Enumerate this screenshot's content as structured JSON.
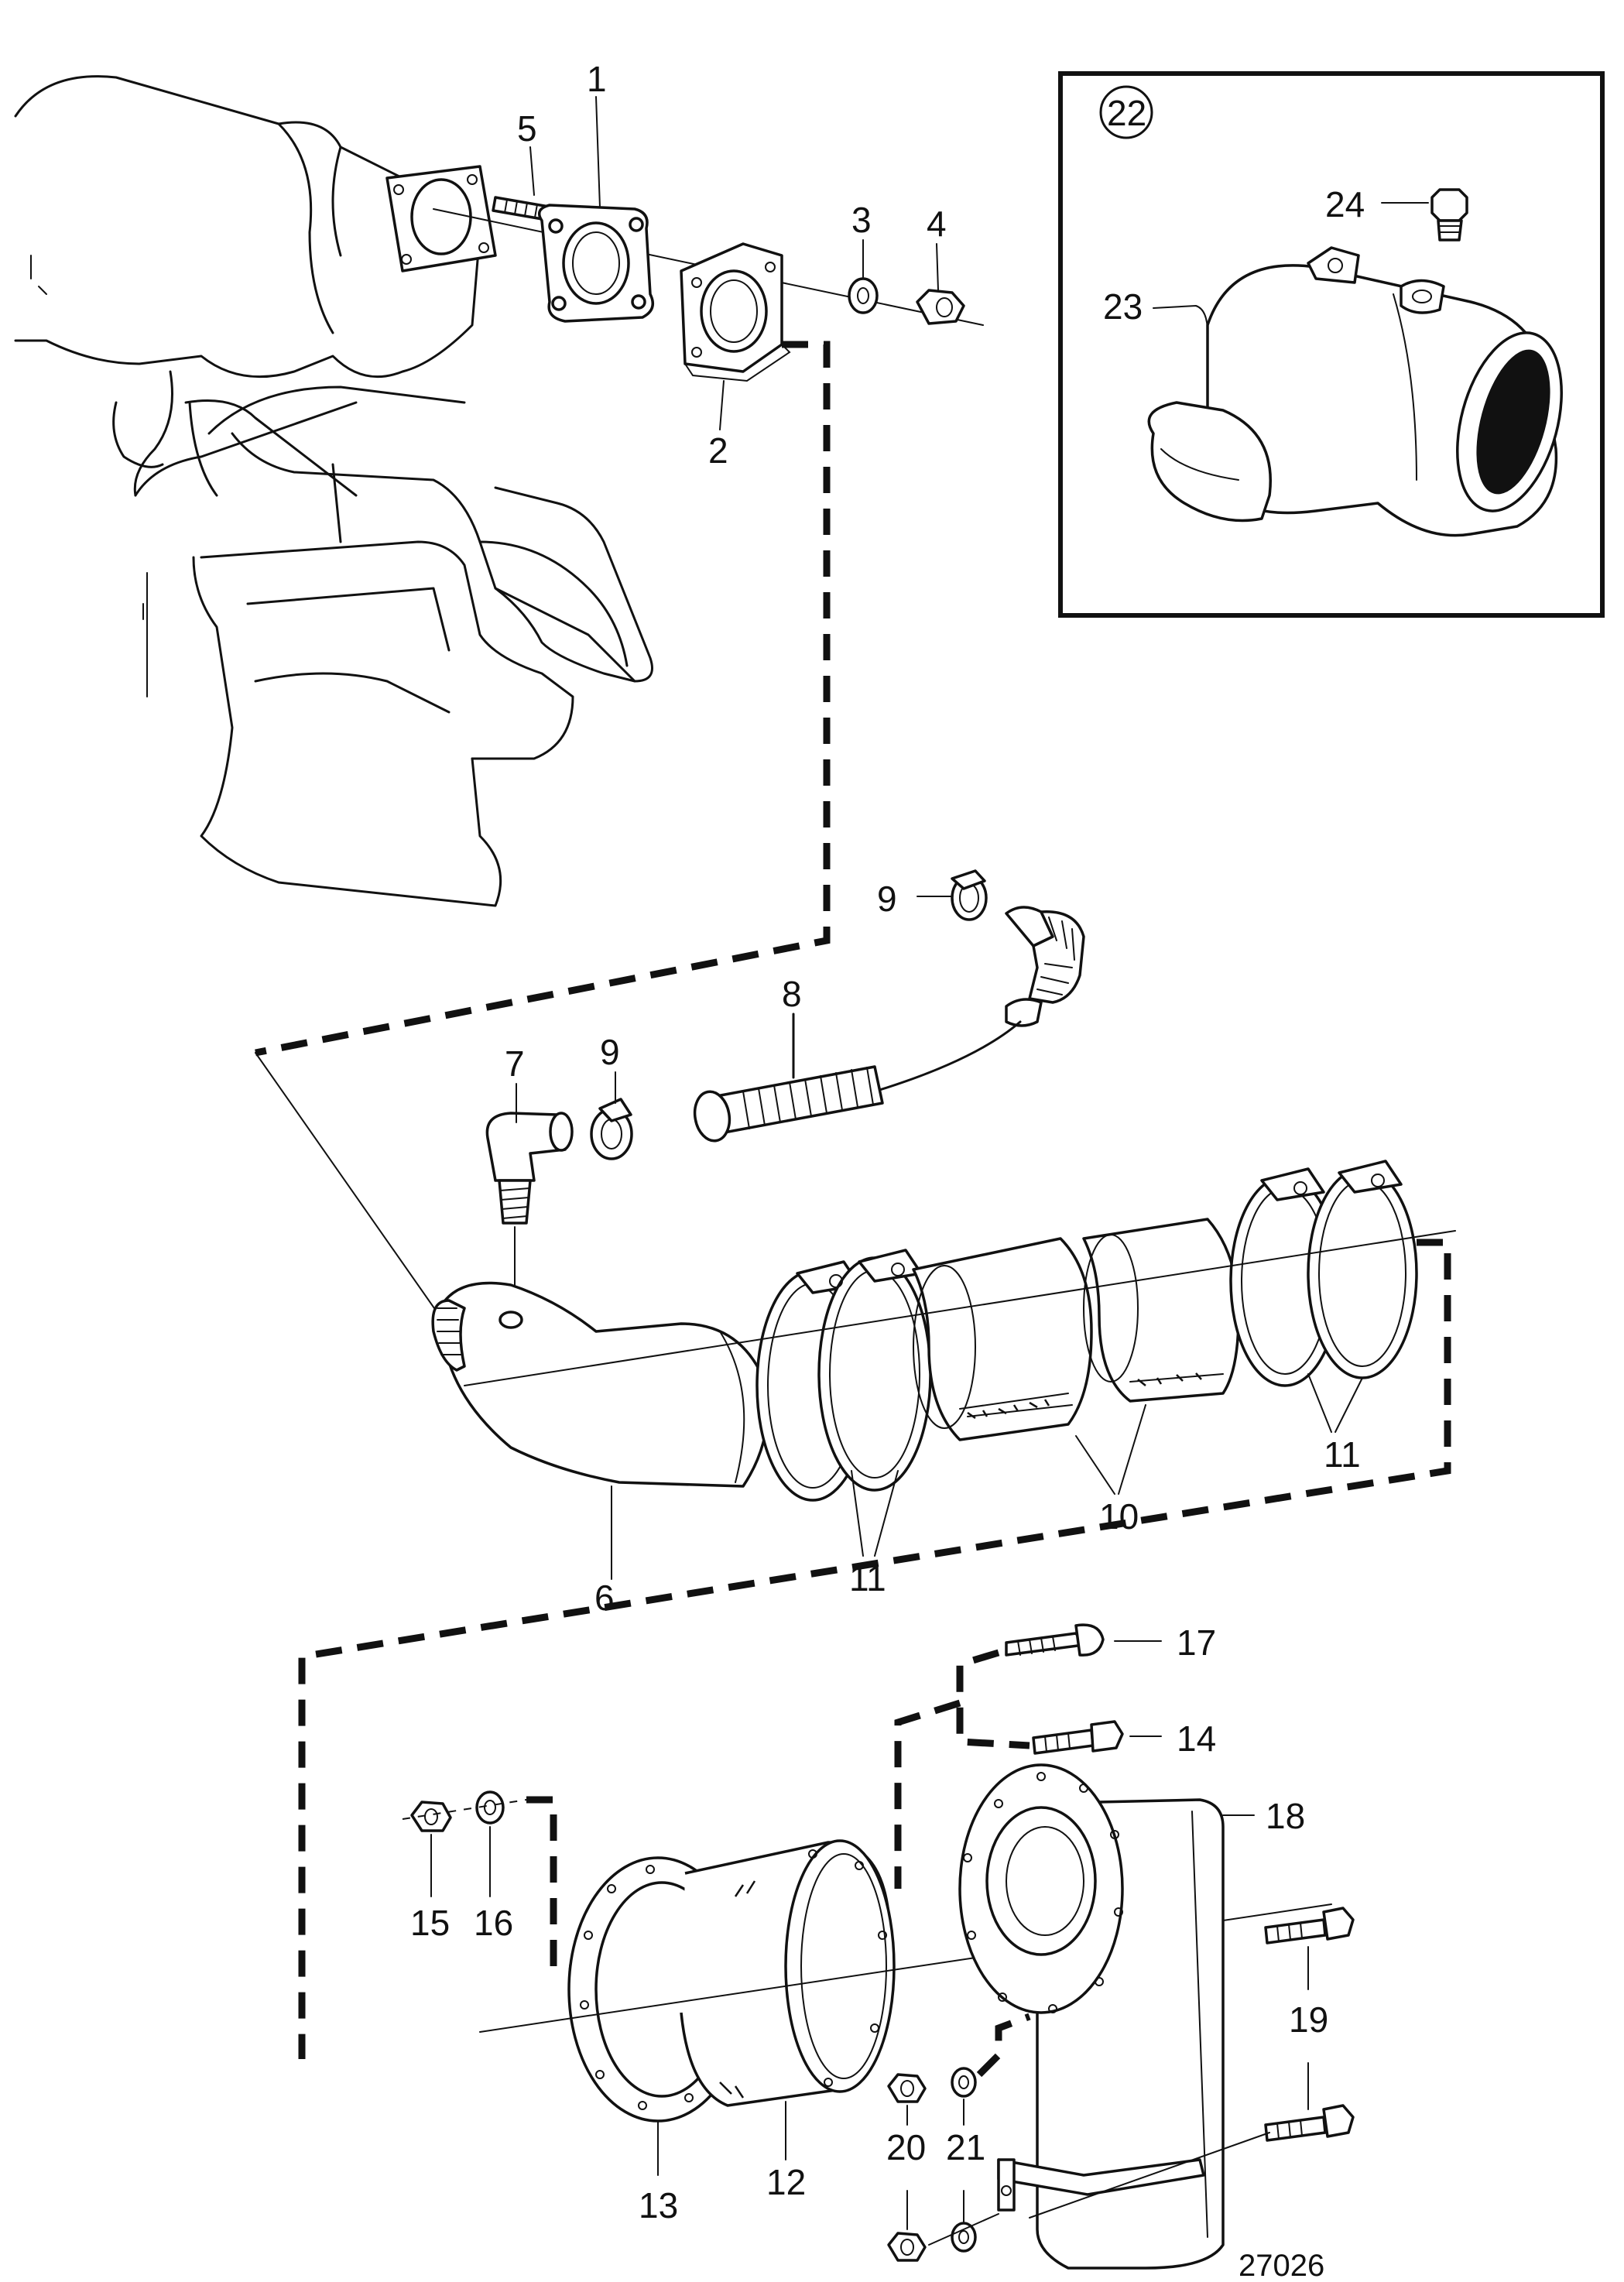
{
  "labels": {
    "p1": "1",
    "p2": "2",
    "p3": "3",
    "p4": "4",
    "p5": "5",
    "p6": "6",
    "p7": "7",
    "p8": "8",
    "p9a": "9",
    "p9b": "9",
    "p10": "10",
    "p11a": "11",
    "p11b": "11",
    "p12": "12",
    "p13": "13",
    "p14": "14",
    "p15": "15",
    "p16": "16",
    "p17": "17",
    "p18": "18",
    "p19": "19",
    "p20": "20",
    "p21": "21",
    "p22": "22",
    "p23": "23",
    "p24": "24"
  },
  "reference": "27026"
}
